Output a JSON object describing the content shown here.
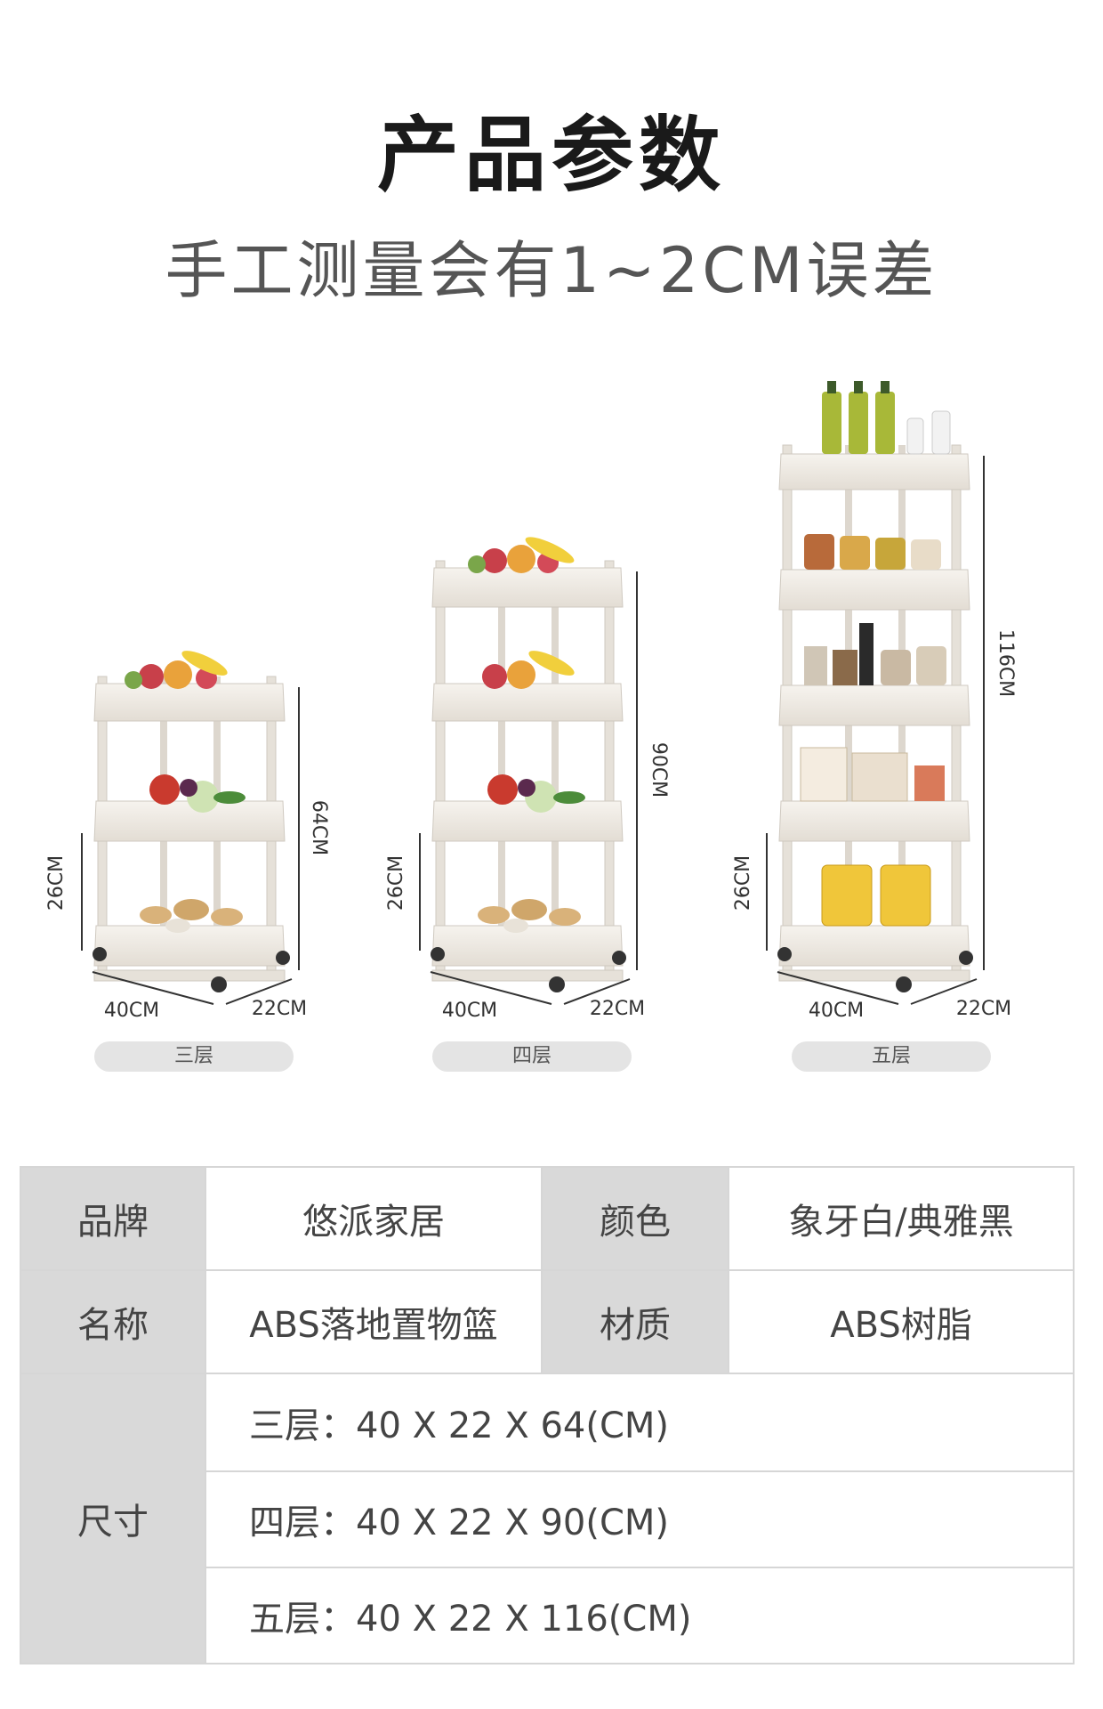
{
  "header": {
    "title": "产品参数",
    "subtitle": "手工测量会有1~2CM误差"
  },
  "products": [
    {
      "tier_label": "三层",
      "height": "64CM",
      "width": "40CM",
      "depth": "22CM",
      "shelf_gap": "26CM"
    },
    {
      "tier_label": "四层",
      "height": "90CM",
      "width": "40CM",
      "depth": "22CM",
      "shelf_gap": "26CM"
    },
    {
      "tier_label": "五层",
      "height": "116CM",
      "width": "40CM",
      "depth": "22CM",
      "shelf_gap": "26CM"
    }
  ],
  "specs": {
    "brand_label": "品牌",
    "brand_value": "悠派家居",
    "color_label": "颜色",
    "color_value": "象牙白/典雅黑",
    "name_label": "名称",
    "name_value": "ABS落地置物篮",
    "material_label": "材质",
    "material_value": "ABS树脂",
    "size_label": "尺寸",
    "sizes": [
      "三层：40 X 22 X 64(CM)",
      "四层：40 X 22 X 90(CM)",
      "五层：40 X 22 X 116(CM)"
    ]
  },
  "colors": {
    "rack": "#efebe5",
    "rack_edge": "#cfc9c0",
    "table_label_bg": "#d9d9d9",
    "pill_bg": "#e4e4e4"
  }
}
